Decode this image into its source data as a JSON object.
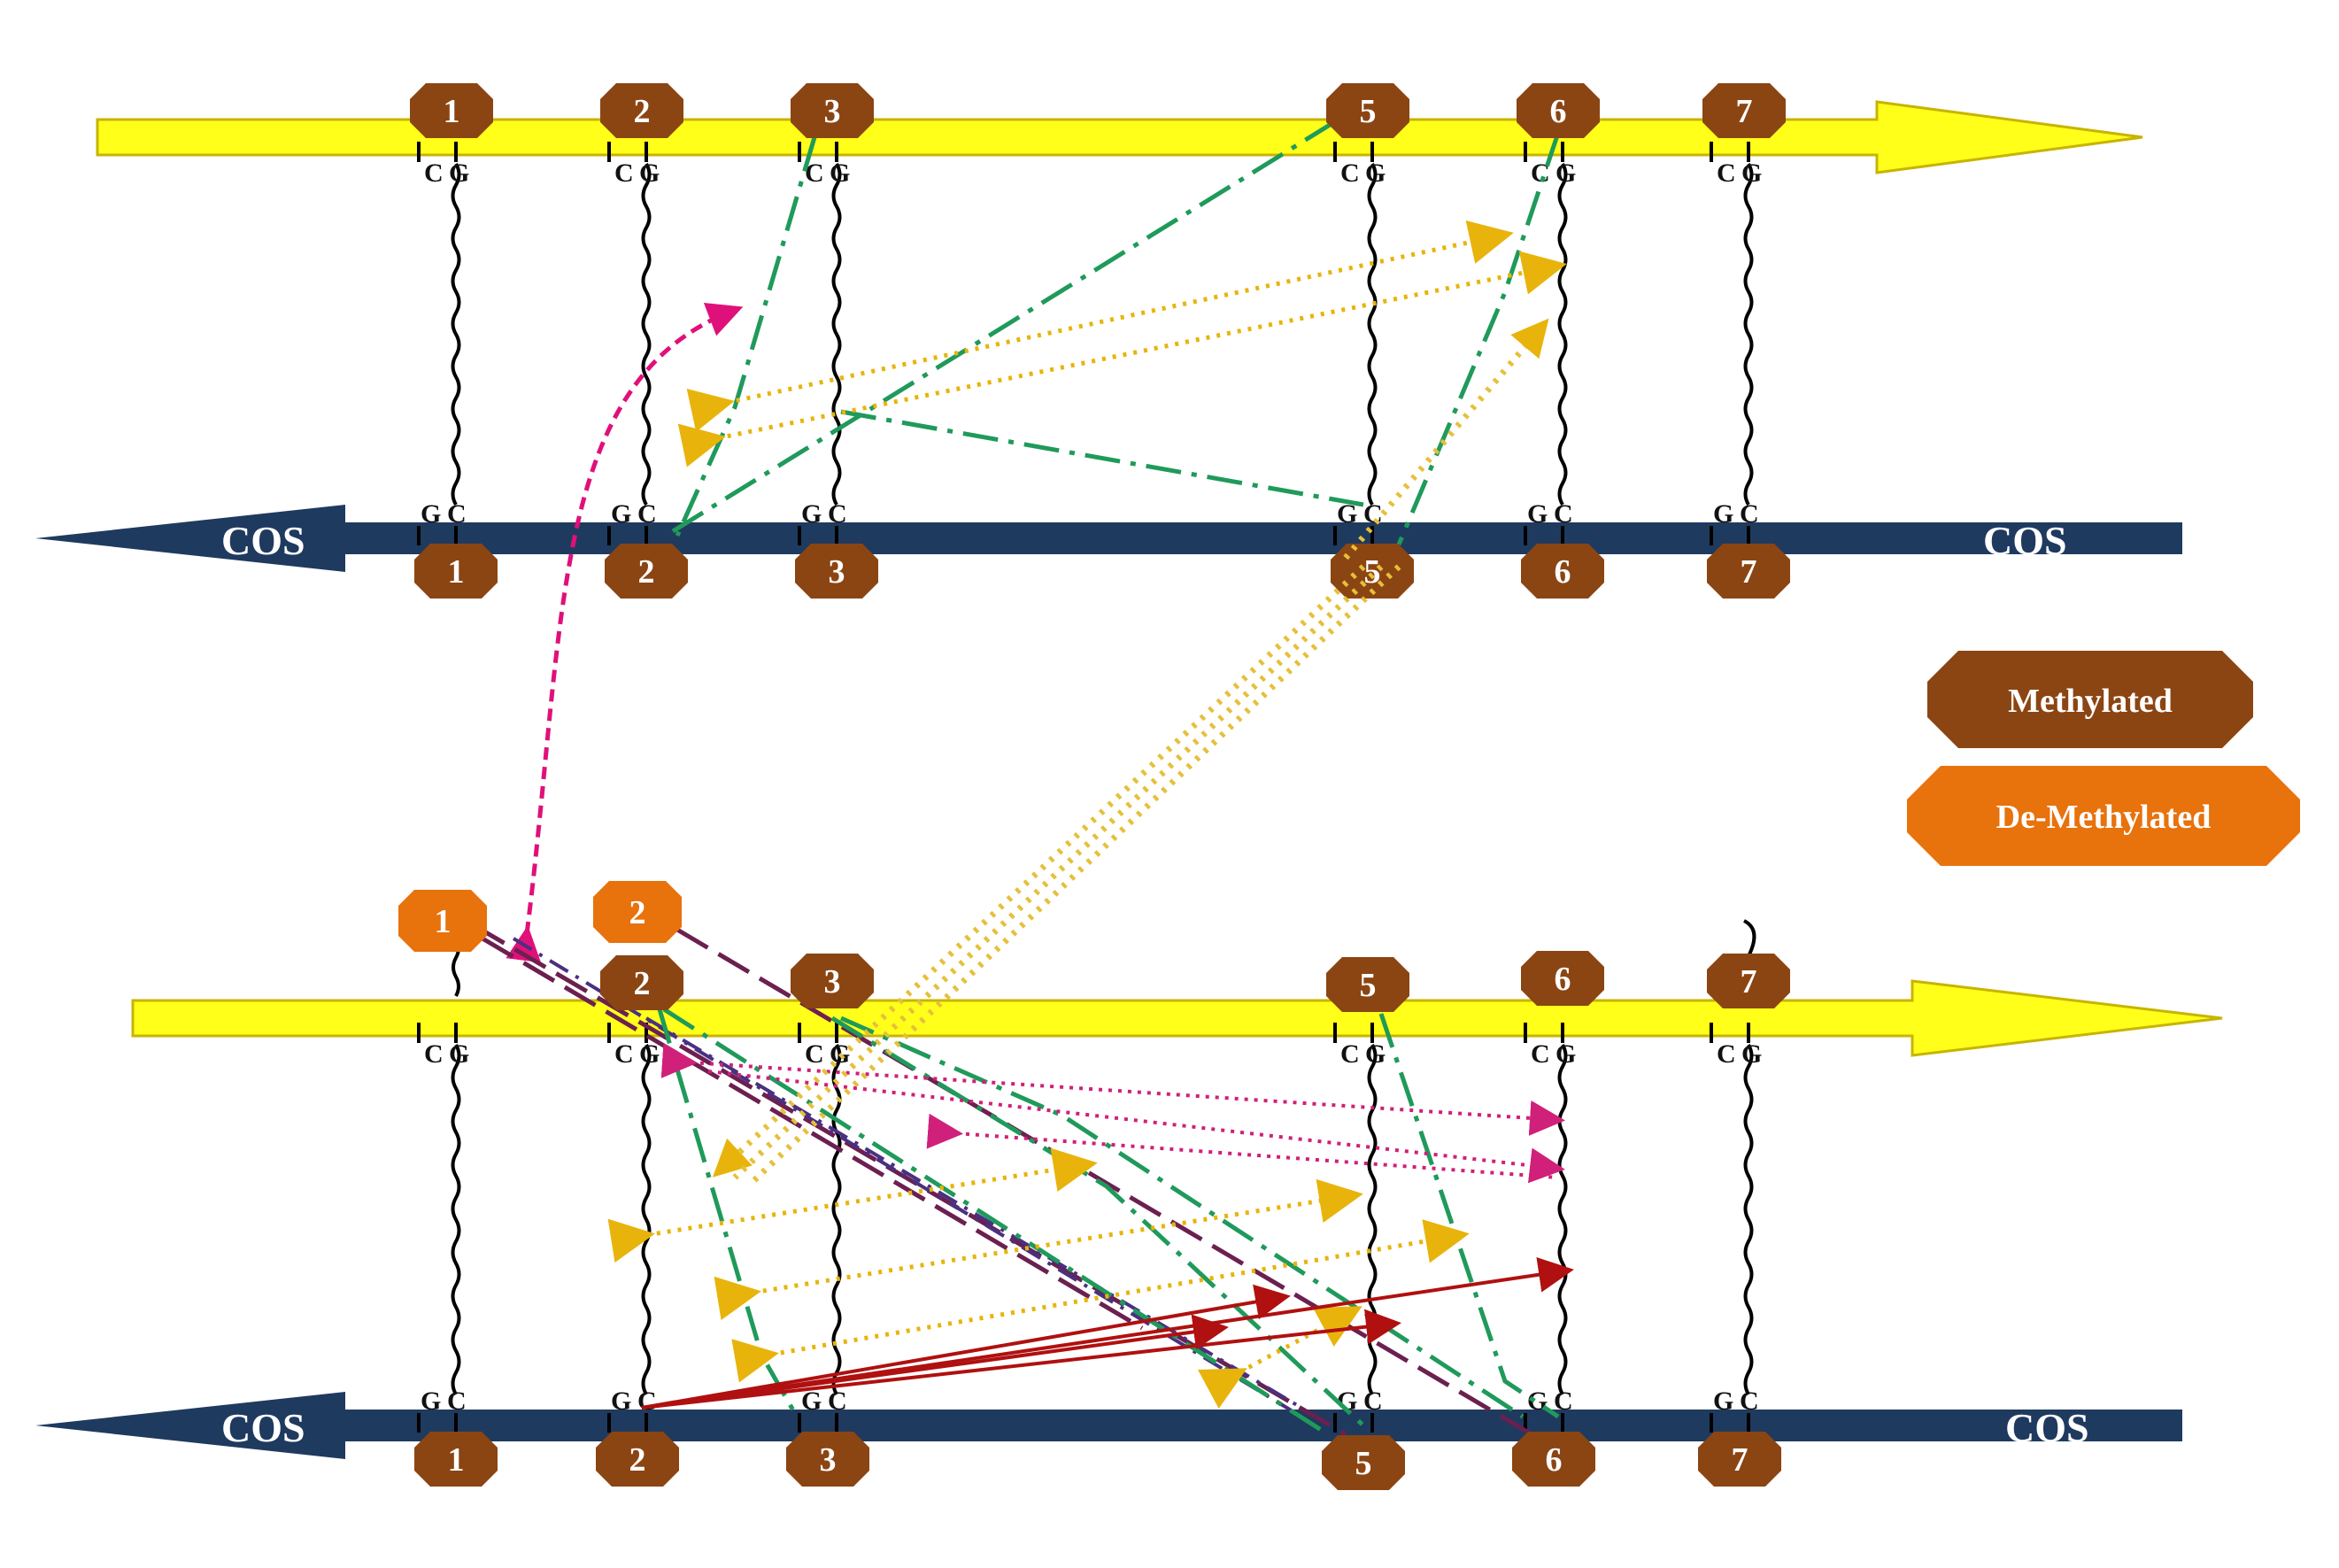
{
  "colors": {
    "sense_strand": "#ffff1a",
    "sense_strand_edge": "#c8b400",
    "antisense_strand": "#1f3a5f",
    "methylated": "#8b4513",
    "demethylated": "#e8720c",
    "hydrogen_bond": "#000000",
    "green_link": "#1f9a5a",
    "gold_link": "#e8b40c",
    "gold_dotted": "#e6c03a",
    "magenta_link": "#e0107a",
    "purple_link": "#6b2050",
    "red_link": "#b01010",
    "pink_dotted": "#d0207a"
  },
  "strands": {
    "antisense_label_left": "COS",
    "antisense_label_right": "COS"
  },
  "bases": {
    "cytosine": "C",
    "guanine": "G"
  },
  "panel_top": {
    "upper_sites": [
      {
        "label": "1",
        "state": "methylated"
      },
      {
        "label": "2",
        "state": "methylated"
      },
      {
        "label": "3",
        "state": "methylated"
      },
      {
        "label": "5",
        "state": "methylated"
      },
      {
        "label": "6",
        "state": "methylated"
      },
      {
        "label": "7",
        "state": "methylated"
      }
    ],
    "lower_sites": [
      {
        "label": "1",
        "state": "methylated"
      },
      {
        "label": "2",
        "state": "methylated"
      },
      {
        "label": "3",
        "state": "methylated"
      },
      {
        "label": "5",
        "state": "methylated"
      },
      {
        "label": "6",
        "state": "methylated"
      },
      {
        "label": "7",
        "state": "methylated"
      }
    ]
  },
  "panel_bottom": {
    "upper_sites": [
      {
        "label": "1",
        "state": "demethylated"
      },
      {
        "label": "2",
        "state": "demethylated"
      },
      {
        "label": "2",
        "state": "methylated"
      },
      {
        "label": "3",
        "state": "methylated"
      },
      {
        "label": "5",
        "state": "methylated"
      },
      {
        "label": "6",
        "state": "methylated"
      },
      {
        "label": "7",
        "state": "methylated"
      }
    ],
    "lower_sites": [
      {
        "label": "1",
        "state": "methylated"
      },
      {
        "label": "2",
        "state": "methylated"
      },
      {
        "label": "3",
        "state": "methylated"
      },
      {
        "label": "5",
        "state": "methylated"
      },
      {
        "label": "6",
        "state": "methylated"
      },
      {
        "label": "7",
        "state": "methylated"
      }
    ]
  },
  "legend": {
    "methylated": "Methylated",
    "demethylated": "De-Methylated"
  }
}
